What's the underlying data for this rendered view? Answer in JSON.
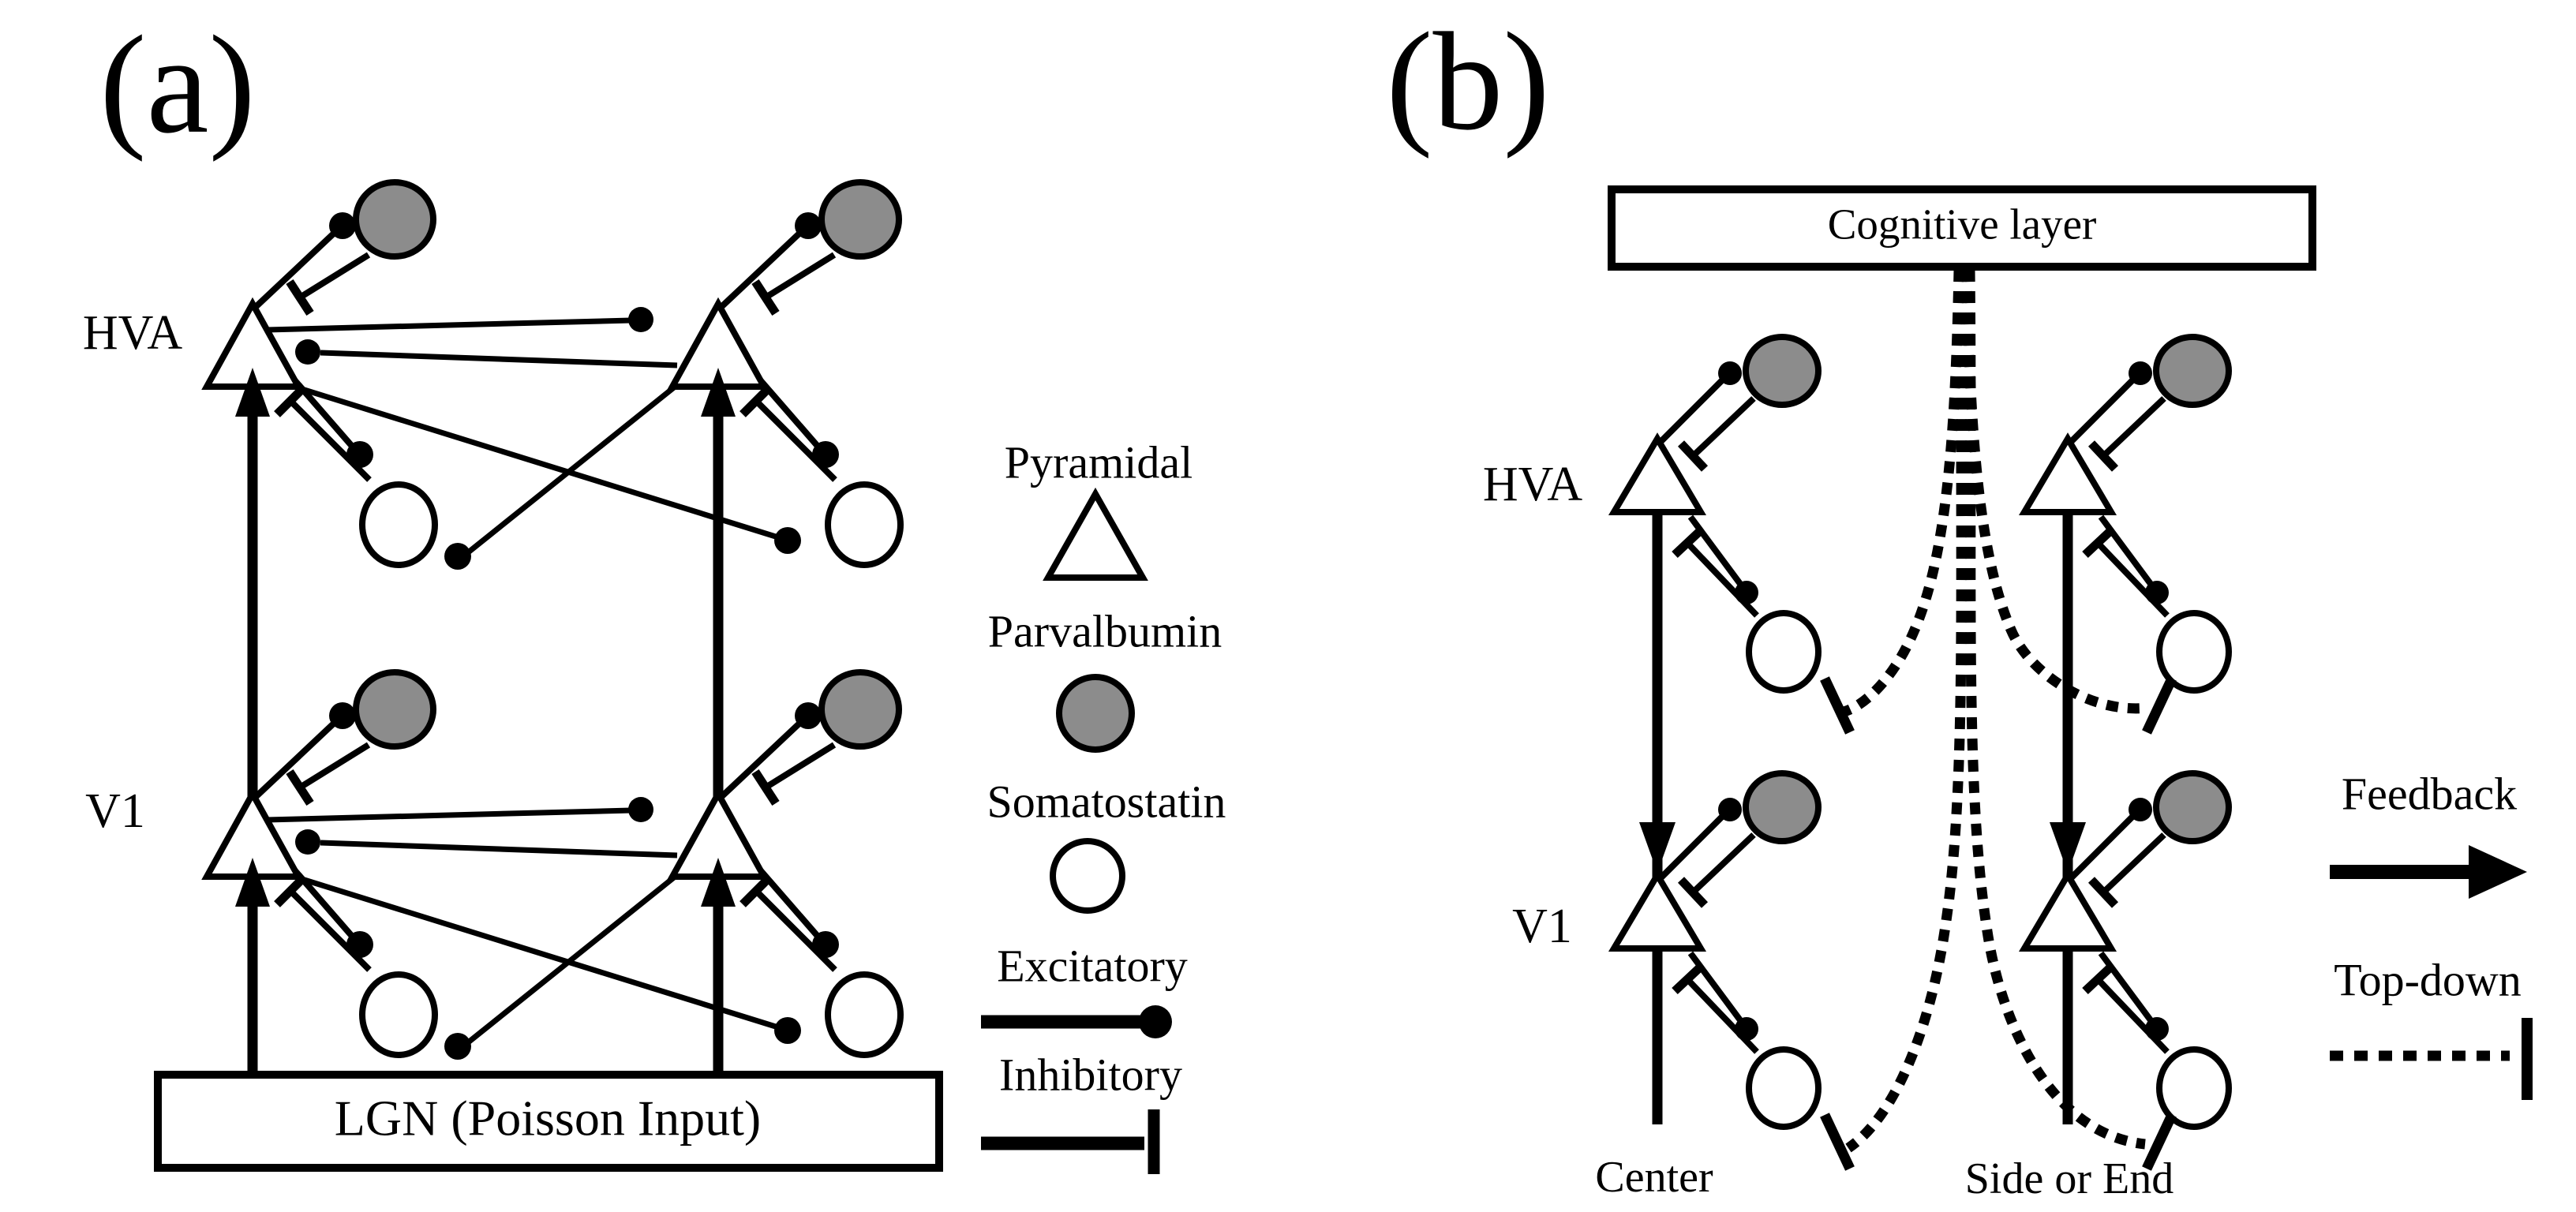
{
  "colors": {
    "ink": "#000000",
    "parvalbumin_fill": "#8c8c8c",
    "background": "#ffffff"
  },
  "panel_a": {
    "label": "(a)",
    "hva_label": "HVA",
    "v1_label": "V1",
    "lgn_box_label": "LGN (Poisson Input)",
    "legend": {
      "pyramidal": "Pyramidal",
      "parvalbumin": "Parvalbumin",
      "somatostatin": "Somatostatin",
      "excitatory": "Excitatory",
      "inhibitory": "Inhibitory"
    }
  },
  "panel_b": {
    "label": "(b)",
    "cognitive_layer_label": "Cognitive layer",
    "hva_label": "HVA",
    "v1_label": "V1",
    "stimulus_labels": {
      "center": "Center",
      "side_or_end": "Side or End"
    },
    "legend": {
      "feedback": "Feedback",
      "top_down": "Top-down"
    }
  }
}
